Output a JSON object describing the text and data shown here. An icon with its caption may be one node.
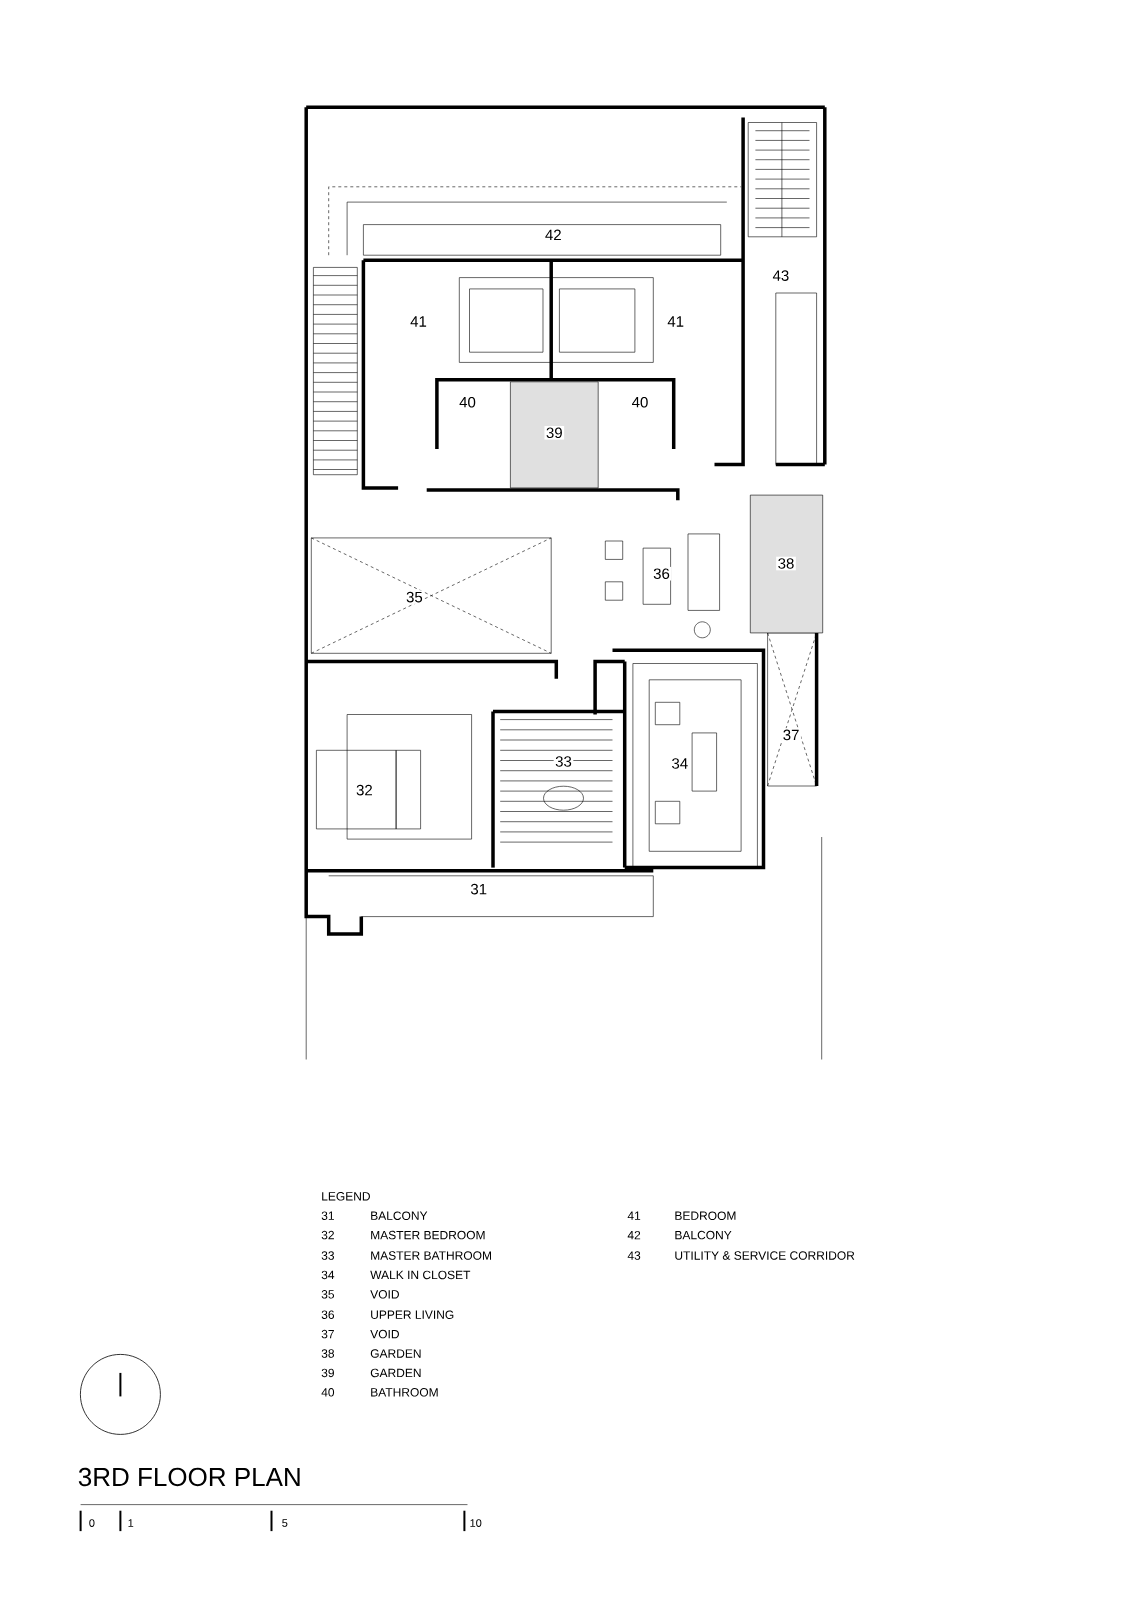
{
  "diagram": {
    "title": "3RD FLOOR PLAN",
    "labels": [
      "42",
      "43",
      "41",
      "41",
      "40",
      "39",
      "40",
      "36",
      "38",
      "35",
      "37",
      "33",
      "34",
      "32",
      "31",
      "LEGEND",
      "31",
      "BALCONY",
      "41",
      "BEDROOM",
      "32",
      "MASTER BEDROOM",
      "42",
      "BALCONY",
      "33",
      "MASTER BATHROOM",
      "43",
      "UTILITY & SERVICE CORRIDOR",
      "34",
      "WALK IN CLOSET",
      "35",
      "VOID",
      "36",
      "UPPER LIVING",
      "37",
      "VOID",
      "38",
      "GARDEN",
      "39",
      "GARDEN",
      "40",
      "BATHROOM",
      "0",
      "1",
      "5",
      "10"
    ]
  }
}
